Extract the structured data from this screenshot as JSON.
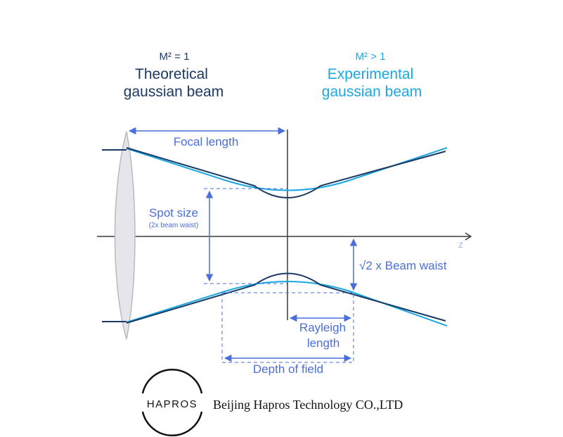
{
  "colors": {
    "theoretical": "#1b3a63",
    "experimental": "#1ba7e1",
    "annotation": "#4a6fd8",
    "axis": "#3a3a3a",
    "lens_fill": "#e6e6ea",
    "lens_stroke": "#b9b9c0"
  },
  "theoretical": {
    "m2": "M² = 1",
    "title_line1": "Theoretical",
    "title_line2": "gaussian beam"
  },
  "experimental": {
    "m2": "M² > 1",
    "title_line1": "Experimental",
    "title_line2": "gaussian beam"
  },
  "labels": {
    "focal_length": "Focal length",
    "spot_size": "Spot size",
    "spot_size_sub": "(2x beam waist)",
    "z_axis": "z",
    "beam_waist": "√2 x Beam waist",
    "rayleigh_line1": "Rayleigh",
    "rayleigh_line2": "length",
    "depth_of_field": "Depth of field"
  },
  "footer": {
    "logo_text": "HAPROS",
    "company": "Beijing Hapros Technology CO.,LTD"
  }
}
